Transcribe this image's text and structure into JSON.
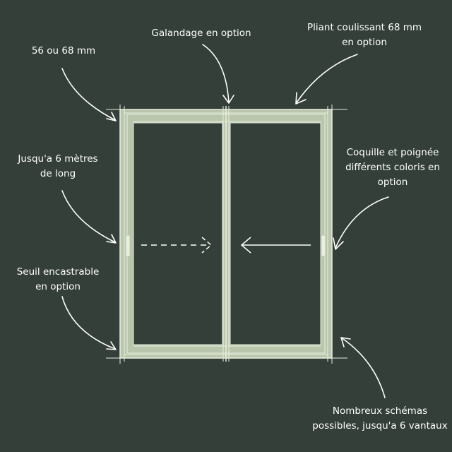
{
  "colors": {
    "background": "#343f39",
    "frame_fill": "#b9c6ab",
    "frame_line": "#e9eee0",
    "glass": "#343f39",
    "arrow": "#ffffff",
    "text": "#ffffff"
  },
  "annotations": {
    "thickness": "56 ou 68 mm",
    "pocket": "Galandage en option",
    "folding": {
      "line1": "Pliant coulissant 68 mm",
      "line2": "en option"
    },
    "length": {
      "line1": "Jusqu'a 6 mètres",
      "line2": "de long"
    },
    "handle": {
      "line1": "Coquille et poignée",
      "line2": "différents coloris en",
      "line3": "option"
    },
    "threshold": {
      "line1": "Seuil encastrable",
      "line2": "en option"
    },
    "schemes": {
      "line1": "Nombreux schémas",
      "line2": "possibles, jusqu'a 6 vantaux"
    }
  },
  "icons": {
    "annotation_arrow": "curved-arrow-icon",
    "sliding_direction_left": "arrow-left-icon",
    "sliding_direction_right": "dashed-arrow-right-icon",
    "handle": "handle-icon"
  }
}
